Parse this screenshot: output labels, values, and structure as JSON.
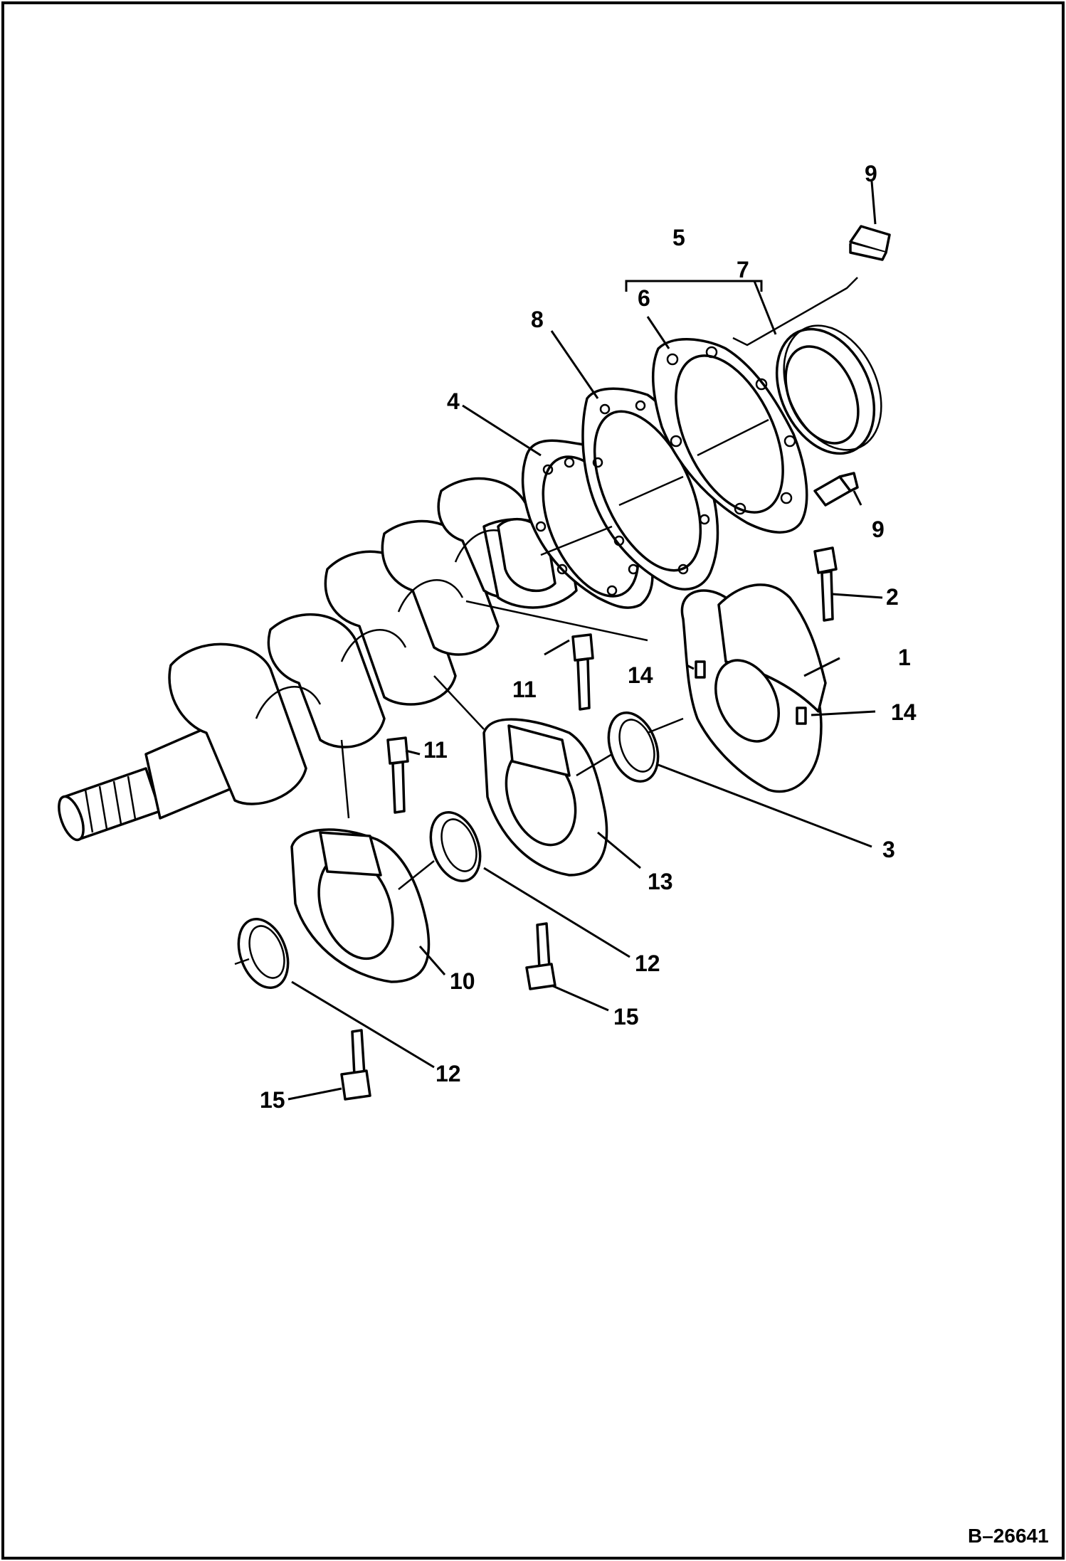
{
  "drawing": {
    "document_id": "B–26641",
    "callouts": [
      {
        "id": "c1",
        "text": "1"
      },
      {
        "id": "c2",
        "text": "2"
      },
      {
        "id": "c3",
        "text": "3"
      },
      {
        "id": "c4",
        "text": "4"
      },
      {
        "id": "c5",
        "text": "5"
      },
      {
        "id": "c6",
        "text": "6"
      },
      {
        "id": "c7",
        "text": "7"
      },
      {
        "id": "c8",
        "text": "8"
      },
      {
        "id": "c9a",
        "text": "9"
      },
      {
        "id": "c9b",
        "text": "9"
      },
      {
        "id": "c10",
        "text": "10"
      },
      {
        "id": "c11a",
        "text": "11"
      },
      {
        "id": "c11b",
        "text": "11"
      },
      {
        "id": "c12a",
        "text": "12"
      },
      {
        "id": "c12b",
        "text": "12"
      },
      {
        "id": "c13",
        "text": "13"
      },
      {
        "id": "c14a",
        "text": "14"
      },
      {
        "id": "c14b",
        "text": "14"
      },
      {
        "id": "c15a",
        "text": "15"
      },
      {
        "id": "c15b",
        "text": "15"
      }
    ]
  }
}
